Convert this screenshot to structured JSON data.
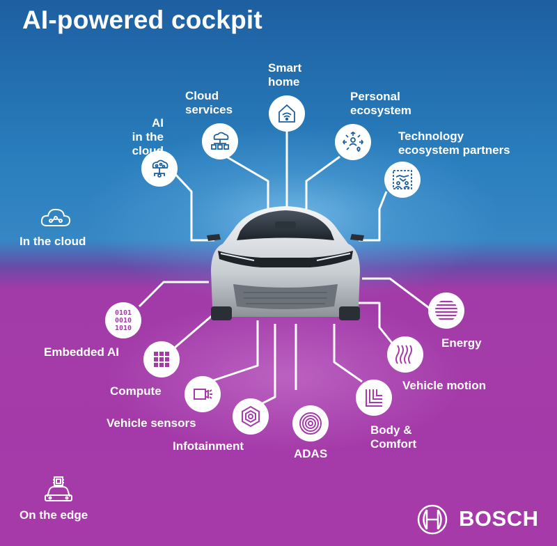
{
  "title": "AI-powered cockpit",
  "zones": {
    "cloud": "In the cloud",
    "edge": "On the edge"
  },
  "cloud_nodes": {
    "ai_in_cloud": "AI\nin the cloud",
    "cloud_services": "Cloud\nservices",
    "smart_home": "Smart\nhome",
    "personal_ecosystem": "Personal\necosystem",
    "tech_partners": "Technology\necosystem partners"
  },
  "edge_nodes": {
    "embedded_ai": "Embedded AI",
    "compute": "Compute",
    "vehicle_sensors": "Vehicle sensors",
    "infotainment": "Infotainment",
    "adas": "ADAS",
    "body_comfort": "Body &\nComfort",
    "vehicle_motion": "Vehicle motion",
    "energy": "Energy"
  },
  "icons": {
    "ai_in_cloud": "cloud-brain-icon",
    "cloud_services": "cloud-network-icon",
    "smart_home": "smart-home-icon",
    "personal_ecosystem": "person-network-icon",
    "tech_partners": "handshake-icon",
    "embedded_ai": "binary-code-icon",
    "compute": "grid-chip-icon",
    "vehicle_sensors": "camera-sensor-icon",
    "infotainment": "hexagon-icon",
    "adas": "concentric-circles-icon",
    "body_comfort": "layered-corners-icon",
    "vehicle_motion": "wave-lines-icon",
    "energy": "striped-circle-icon",
    "cloud_zone": "cloud-icon",
    "edge_zone": "car-chip-icon"
  },
  "binary": [
    "0101",
    "0010",
    "1010"
  ],
  "brand": {
    "name": "BOSCH",
    "accent_blue": "#1d5fa1",
    "accent_magenta": "#a63aa9"
  }
}
